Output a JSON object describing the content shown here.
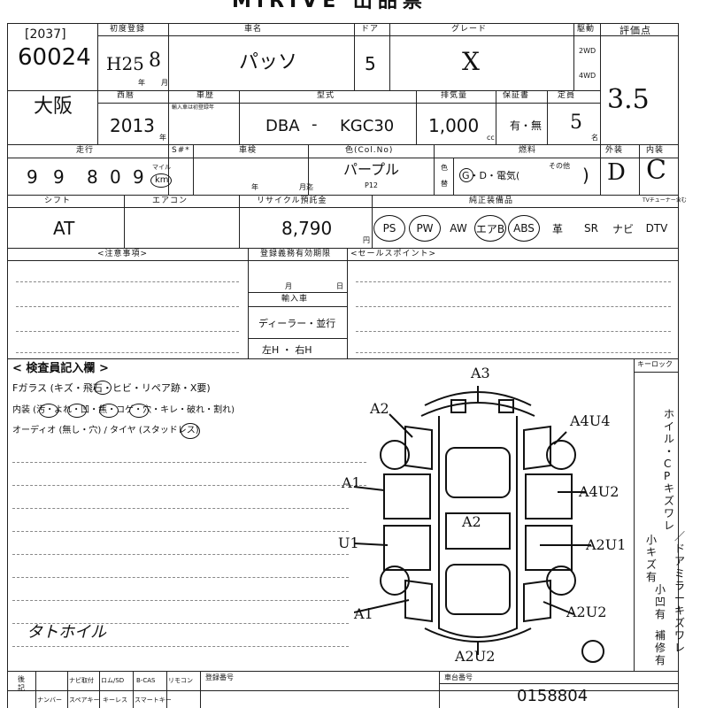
{
  "title": "MIRIVE 出品票",
  "lot": {
    "tag": "[2037]",
    "number": "60024"
  },
  "first_registration": {
    "label": "初度登録",
    "era_year": "H25",
    "month": "8",
    "year_unit": "年",
    "month_unit": "月"
  },
  "car_name": {
    "label": "車名",
    "value": "パッソ"
  },
  "doors": {
    "label": "ドア",
    "value": "5"
  },
  "grade": {
    "label": "グレード",
    "value": "X"
  },
  "drive": {
    "label": "駆動",
    "opt1": "2WD",
    "opt2": "4WD"
  },
  "score": {
    "label": "評価点",
    "value": "3.5"
  },
  "region": "大阪",
  "western_year": {
    "label": "西暦",
    "value": "2013",
    "unit": "年"
  },
  "history": {
    "label": "車歴",
    "note": "輸入車は初登録年"
  },
  "model": {
    "label": "型式",
    "prefix": "DBA",
    "dash": "-",
    "code": "KGC30"
  },
  "displacement": {
    "label": "排気量",
    "value": "1,000",
    "unit": "cc"
  },
  "warranty": {
    "label": "保証書",
    "value": "有・無"
  },
  "capacity": {
    "label": "定員",
    "value": "5",
    "unit": "名"
  },
  "mileage": {
    "label": "走行",
    "digits": [
      "9",
      "9",
      "8",
      "0",
      "9"
    ],
    "unit_mile": "マイル",
    "unit_km": "km"
  },
  "meter_change": {
    "label": "S#*"
  },
  "inspection": {
    "label": "車検",
    "year_unit": "年",
    "month_unit": "月迄"
  },
  "color": {
    "label": "色(Col.No)",
    "value": "パープル",
    "code": "P12"
  },
  "color_change": {
    "l1": "色",
    "l2": "替"
  },
  "fuel": {
    "label": "燃料",
    "options": "G・D・電気(",
    "close": ")",
    "other": "その他"
  },
  "exterior": {
    "label": "外装",
    "value": "D"
  },
  "interior": {
    "label": "内装",
    "value": "C"
  },
  "shift": {
    "label": "シフト",
    "value": "AT"
  },
  "aircon": {
    "label": "エアコン"
  },
  "recycle": {
    "label": "リサイクル預託金",
    "value": "8,790",
    "unit": "円"
  },
  "equipment": {
    "label": "純正装備品",
    "items": [
      {
        "name": "PS",
        "circled": true
      },
      {
        "name": "PW",
        "circled": true
      },
      {
        "name": "AW",
        "circled": false
      },
      {
        "name": "エアB",
        "circled": true
      },
      {
        "name": "ABS",
        "circled": true
      },
      {
        "name": "革",
        "circled": false
      },
      {
        "name": "SR",
        "circled": false
      },
      {
        "name": "ナビ",
        "circled": false
      },
      {
        "name": "DTV",
        "circled": false
      }
    ],
    "tuner_label": "TVチューナー含む"
  },
  "notes": {
    "label": "<注意事項>"
  },
  "registry": {
    "label": "登録義務有効期限",
    "month": "月",
    "day": "日",
    "import_label": "輸入車",
    "import_value": "ディーラー・並行",
    "handle": "左H ・ 右H"
  },
  "sales_point": {
    "label": "<セールスポイント>"
  },
  "inspector": {
    "label": "< 検査員記入欄 >",
    "line1": "Fガラス (キズ・飛石・ヒビ・リペア跡・X要)",
    "line2": "内装 (汚・よれ・凹・焦・コゲ・穴・キレ・破れ・割れ)",
    "line3": "オーディオ (無し・穴) / タイヤ (スタッドレス)",
    "handwritten": "タトホイル"
  },
  "keylock": "キーロック",
  "side_notes": {
    "c1": [
      "ホ",
      "イ",
      "ル",
      "・",
      "C",
      "P",
      "キ",
      "ズ",
      "ワ",
      "レ"
    ],
    "c2": [
      "／",
      "ド",
      "ア",
      "ミ",
      "ラ",
      "ー",
      "キ",
      "ズ",
      "ワ",
      "レ"
    ],
    "c3": [
      "小",
      "キ",
      "ズ",
      "有"
    ],
    "c4": [
      "小",
      "凹",
      "有"
    ],
    "c5": [
      "補",
      "修",
      "有"
    ]
  },
  "damage_marks": [
    "A3",
    "A2",
    "A4U4",
    "A1",
    "A4U2",
    "U1",
    "A2",
    "A2U1",
    "A1",
    "A2U2",
    "A2U2"
  ],
  "bottom": {
    "items_row1": [
      "後",
      "記",
      "ナビ取付",
      "ロム/SD",
      "B-CAS",
      "リモコン"
    ],
    "items_row2": [
      "ナンバー",
      "スペアキー",
      "キーレス",
      "スマートキー"
    ],
    "reg_number_label": "登録番号",
    "chassis_label": "車台番号",
    "chassis_value": "0158804"
  }
}
